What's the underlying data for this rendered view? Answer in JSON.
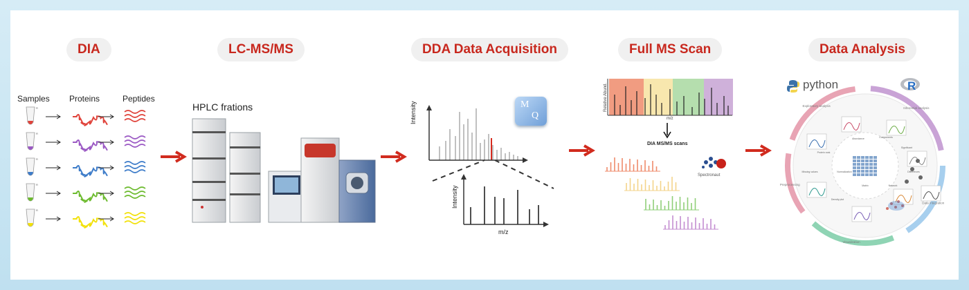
{
  "steps": [
    "DIA",
    "LC-MS/MS",
    "DDA Data Acquisition",
    "Full MS Scan",
    "Data Analysis"
  ],
  "dia": {
    "headers": [
      "Samples",
      "Proteins",
      "Peptides"
    ],
    "tube_label": "R",
    "colors": [
      "#e0433b",
      "#9b59c4",
      "#3d7cc9",
      "#6dbb2f",
      "#f2e10a"
    ]
  },
  "lcms": {
    "caption": "HPLC frations"
  },
  "dda": {
    "ylabel": "Intensity",
    "xlabel": "m/z",
    "logo_letters": [
      "M",
      "Q"
    ]
  },
  "fullms": {
    "ylabel": "Relative Abund.",
    "xlabel": "m/z",
    "arrow_label": "DIA MS/MS scans",
    "band_colors": [
      "#ef8b6b",
      "#f7e3a0",
      "#a8d8a0",
      "#c7a3d4"
    ],
    "scan_colors": [
      "#ef8b6b",
      "#f3d38a",
      "#8fcf78",
      "#c38dd0"
    ],
    "brand": "Spectronaut"
  },
  "analysis": {
    "python_label": "python",
    "r_label": "R",
    "ring_colors": [
      "#e8a4b4",
      "#c9a3d6",
      "#a7cfee",
      "#8fd4b4"
    ],
    "ring_labels": [
      "Exploratory analysis",
      "Inferential analysis",
      "Data Integration",
      "Visualization",
      "Preprocessing"
    ],
    "inner_labels": [
      "Protein rank",
      "Abundance",
      "Components",
      "Significant",
      "Differences",
      "Matrix",
      "Network",
      "Density plot",
      "Missing values",
      "Normalization"
    ]
  }
}
